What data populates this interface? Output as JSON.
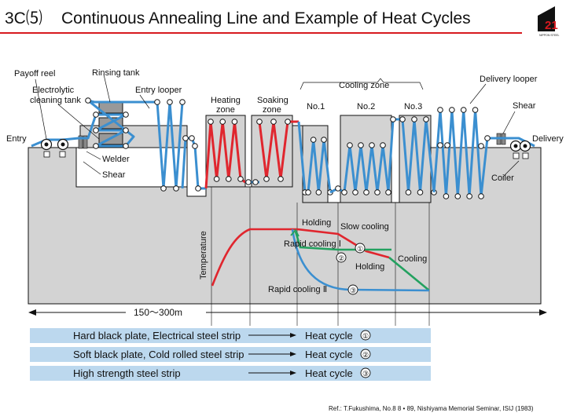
{
  "header": {
    "code": "3C⑸",
    "title": "Continuous Annealing Line and Example of Heat Cycles",
    "logo_text": "NIPPON STEEL",
    "logo_mark": "21"
  },
  "colors": {
    "title_rule": "#d7191f",
    "strip": "#3b8fd0",
    "heating": "#e0262e",
    "curve_green": "#23a15f",
    "curve_blue": "#3b8fd0",
    "box_fill": "#d3d3d3",
    "bar_fill": "#bcd8ee"
  },
  "equipment_labels": {
    "payoff_reel": "Payoff reel",
    "rinsing_tank": "Rinsing tank",
    "electrolytic_1": "Electrolytic",
    "electrolytic_2": "cleaning tank",
    "entry_looper": "Entry looper",
    "entry": "Entry",
    "welder": "Welder",
    "shear_left": "Shear",
    "heating_1": "Heating",
    "heating_2": "zone",
    "soaking_1": "Soaking",
    "soaking_2": "zone",
    "cooling_zone": "Cooling zone",
    "no1": "No.1",
    "no2": "No.2",
    "no3": "No.3",
    "delivery_looper": "Delivery looper",
    "shear_right": "Shear",
    "delivery": "Delivery",
    "coiler": "Coiler"
  },
  "heat_cycle_chart": {
    "y_axis_label": "Temperature",
    "labels": {
      "holding_top": "Holding",
      "slow_cooling": "Slow cooling",
      "rapid_cooling_1": "Rapid cooling Ⅰ",
      "holding_mid": "Holding",
      "cooling": "Cooling",
      "rapid_cooling_2": "Rapid cooling Ⅱ"
    },
    "markers": [
      "①",
      "②",
      "③"
    ]
  },
  "length_label": "150～300m",
  "product_rows": [
    {
      "product": "Hard black plate, Electrical steel strip",
      "cycle_label": "Heat cycle",
      "marker": "①"
    },
    {
      "product": "Soft black plate, Cold rolled steel strip",
      "cycle_label": "Heat cycle",
      "marker": "②"
    },
    {
      "product": "High strength steel strip",
      "cycle_label": "Heat cycle",
      "marker": "③"
    }
  ],
  "reference": "Ref.: T.Fukushima, No.8 8 • 89, Nishiyama Memorial Seminar, ISIJ (1983)"
}
